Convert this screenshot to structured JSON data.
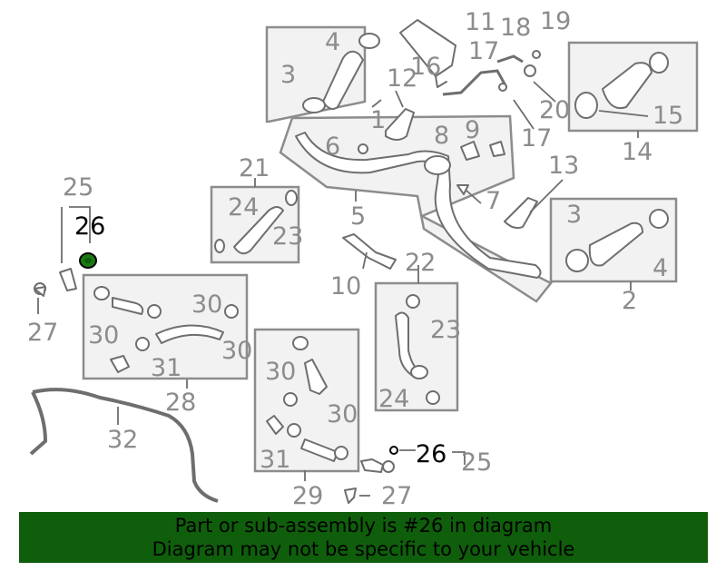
{
  "diagram": {
    "callouts": [
      {
        "id": "c11",
        "text": "11"
      },
      {
        "id": "c18",
        "text": "18"
      },
      {
        "id": "c19",
        "text": "19"
      },
      {
        "id": "c4a",
        "text": "4"
      },
      {
        "id": "c17a",
        "text": "17"
      },
      {
        "id": "c16",
        "text": "16"
      },
      {
        "id": "c3a",
        "text": "3"
      },
      {
        "id": "c12",
        "text": "12"
      },
      {
        "id": "c1",
        "text": "1"
      },
      {
        "id": "c20",
        "text": "20"
      },
      {
        "id": "c15",
        "text": "15"
      },
      {
        "id": "c14",
        "text": "14"
      },
      {
        "id": "c17b",
        "text": "17"
      },
      {
        "id": "c9",
        "text": "9"
      },
      {
        "id": "c8",
        "text": "8"
      },
      {
        "id": "c6",
        "text": "6"
      },
      {
        "id": "c13",
        "text": "13"
      },
      {
        "id": "c21",
        "text": "21"
      },
      {
        "id": "c25a",
        "text": "25"
      },
      {
        "id": "c24a",
        "text": "24"
      },
      {
        "id": "c23a",
        "text": "23"
      },
      {
        "id": "c7",
        "text": "7"
      },
      {
        "id": "c5",
        "text": "5"
      },
      {
        "id": "c3b",
        "text": "3"
      },
      {
        "id": "c4b",
        "text": "4"
      },
      {
        "id": "c26a",
        "text": "26"
      },
      {
        "id": "c22",
        "text": "22"
      },
      {
        "id": "c10",
        "text": "10"
      },
      {
        "id": "c2",
        "text": "2"
      },
      {
        "id": "c30a",
        "text": "30"
      },
      {
        "id": "c27a",
        "text": "27"
      },
      {
        "id": "c30b",
        "text": "30"
      },
      {
        "id": "c23b",
        "text": "23"
      },
      {
        "id": "c30c",
        "text": "30"
      },
      {
        "id": "c31a",
        "text": "31"
      },
      {
        "id": "c28",
        "text": "28"
      },
      {
        "id": "c30d",
        "text": "30"
      },
      {
        "id": "c24b",
        "text": "24"
      },
      {
        "id": "c30e",
        "text": "30"
      },
      {
        "id": "c32",
        "text": "32"
      },
      {
        "id": "c26b",
        "text": "26"
      },
      {
        "id": "c31b",
        "text": "31"
      },
      {
        "id": "c25b",
        "text": "25"
      },
      {
        "id": "c29",
        "text": "29"
      },
      {
        "id": "c27b",
        "text": "27"
      }
    ],
    "highlight_color": "#1b7a14"
  },
  "banner": {
    "line1": "Part or sub-assembly is #26 in diagram",
    "line2": "Diagram may not be specific to your vehicle",
    "background": "#0f5e0b"
  }
}
